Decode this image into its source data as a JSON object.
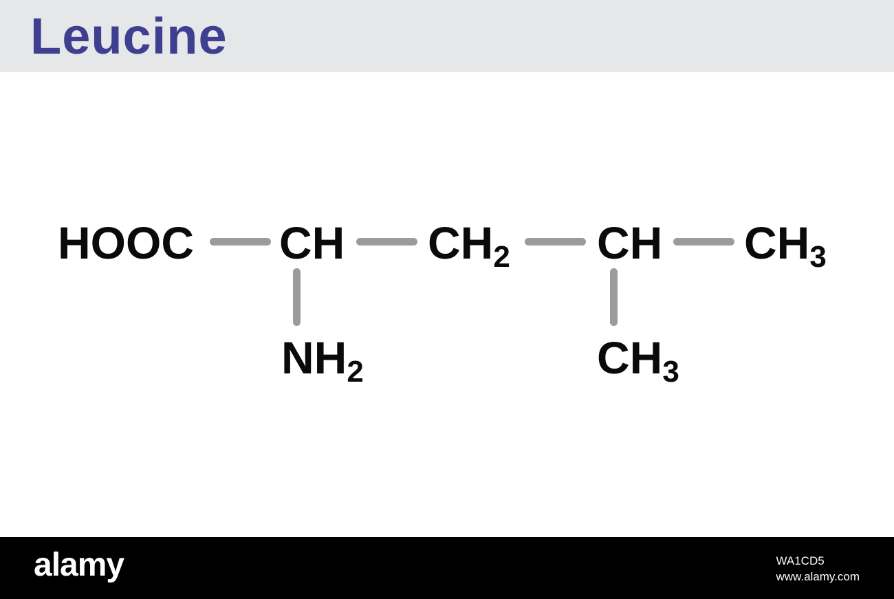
{
  "title": "Leucine",
  "structure": {
    "main_chain": [
      {
        "symbol": "HOOC",
        "sub": ""
      },
      {
        "symbol": "CH",
        "sub": ""
      },
      {
        "symbol": "CH",
        "sub": "2"
      },
      {
        "symbol": "CH",
        "sub": ""
      },
      {
        "symbol": "CH",
        "sub": "3"
      }
    ],
    "branches": [
      {
        "symbol": "NH",
        "sub": "2"
      },
      {
        "symbol": "CH",
        "sub": "3"
      }
    ]
  },
  "colors": {
    "title": "#3f3f91",
    "header_bg": "#e6e7e8",
    "bond": "#999b9c",
    "atom_text": "#0a0a0a"
  },
  "watermark": {
    "brand": "alamy",
    "image_id": "WA1CD5",
    "url": "www.alamy.com"
  }
}
